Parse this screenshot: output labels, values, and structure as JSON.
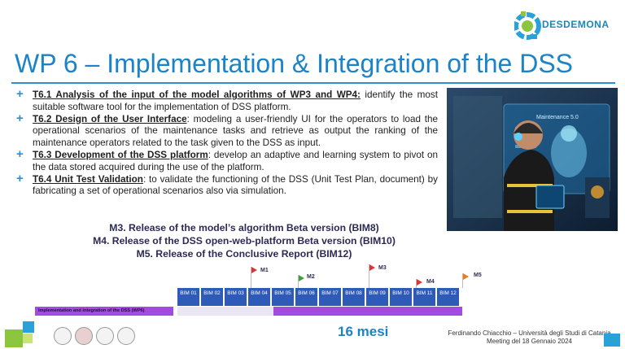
{
  "header": {
    "logo_text": "DESDEMONA",
    "title": "WP 6 – Implementation & Integration of the DSS"
  },
  "tasks": [
    {
      "head": "T6.1 Analysis of the input of the model algorithms of WP3 and WP4:",
      "body": " identify the most suitable software tool for the implementation of DSS platform."
    },
    {
      "head": "T6.2 Design of the User Interface",
      "body": ": modeling a user-friendly UI for the operators to load the operational scenarios of the maintenance tasks and retrieve as output the ranking of the maintenance operators related to the task given to the DSS as input."
    },
    {
      "head": "T6.3 Development of the DSS platform",
      "body": ": develop an adaptive and learning system to pivot on the data stored acquired during the use of the platform."
    },
    {
      "head": "T6.4 Unit Test Validation",
      "body": ": to validate the functioning of the DSS (Unit Test Plan, document) by fabricating a set of operational scenarios also via simulation."
    }
  ],
  "milestones_text": [
    "M3. Release of the model’s algorithm Beta version (BIM8)",
    "M4. Release of the DSS open-web-platform Beta version (BIM10)",
    "M5. Release of the Conclusive Report (BIM12)"
  ],
  "photo": {
    "screen_text": "Maintenance 5.0"
  },
  "gantt": {
    "bims": [
      "BIM 01",
      "BIM 02",
      "BIM 03",
      "BIM 04",
      "BIM 05",
      "BIM 06",
      "BIM 07",
      "BIM 08",
      "BIM 09",
      "BIM 10",
      "BIM 11",
      "BIM 12"
    ],
    "bar_label": "Implementation and integration of the DSS (WP6)",
    "flags": [
      {
        "label": "M1",
        "color": "#d93636"
      },
      {
        "label": "M2",
        "color": "#3aa33a"
      },
      {
        "label": "M3",
        "color": "#d93636"
      },
      {
        "label": "M4",
        "color": "#d93636"
      },
      {
        "label": "M5",
        "color": "#f07a1a"
      }
    ]
  },
  "duration": "16 mesi",
  "footer": {
    "line1": "Ferdinando Chiacchio – Università degli Studi di Catania",
    "line2": "Meeting del 18 Gennaio 2024"
  }
}
